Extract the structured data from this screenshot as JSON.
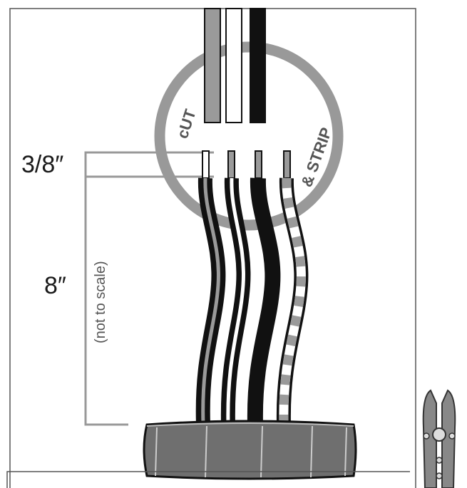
{
  "labels": {
    "cut": "cUT",
    "strip": "& STRIP",
    "strip_length": "3/8″",
    "cable_length": "8″",
    "scale_note": "(not to scale)"
  },
  "colors": {
    "outline": "#555555",
    "circle": "#999999",
    "dim_line": "#999999",
    "wire_black": "#111111",
    "wire_gray": "#9a9a9a",
    "jacket": "#6f6f6f",
    "tool": "#888888"
  },
  "icons": {
    "tool": "crimper-tool-icon"
  }
}
